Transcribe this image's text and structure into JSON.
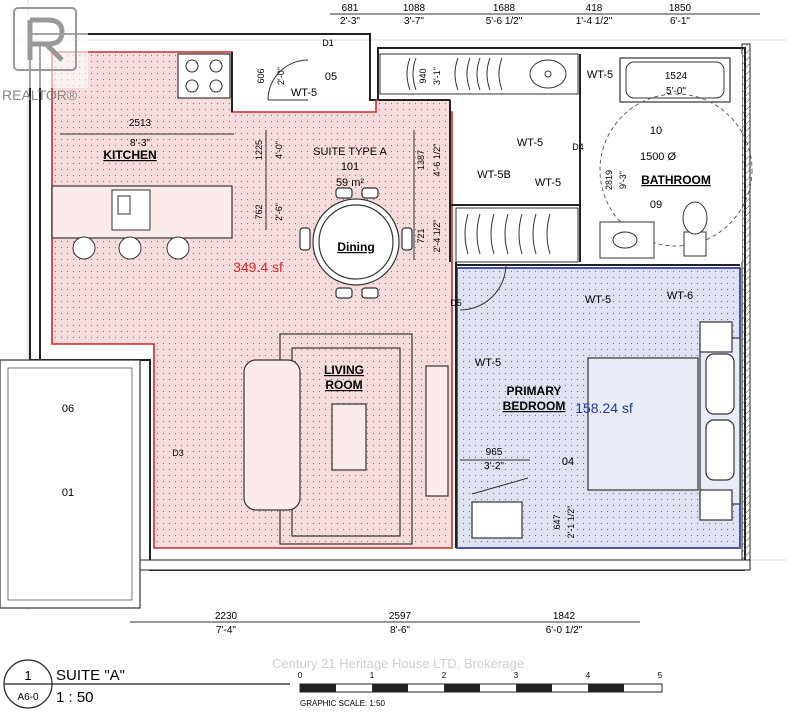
{
  "watermark": {
    "logo_text": "REALTOR®",
    "brokerage": "Century 21 Heritage House LTD. Brokerage"
  },
  "top_dims": [
    {
      "mm": "681",
      "ft": "2'-3\""
    },
    {
      "mm": "1088",
      "ft": "3'-7\""
    },
    {
      "mm": "1688",
      "ft": "5'-6 1/2\""
    },
    {
      "mm": "418",
      "ft": "1'-4 1/2\""
    },
    {
      "mm": "1850",
      "ft": "6'-1\""
    }
  ],
  "bottom_dims": [
    {
      "mm": "2230",
      "ft": "7'-4\""
    },
    {
      "mm": "2597",
      "ft": "8'-6\""
    },
    {
      "mm": "1842",
      "ft": "6'-0 1/2\""
    }
  ],
  "rooms": {
    "kitchen": "KITCHEN",
    "suite": {
      "line1": "SUITE TYPE A",
      "number": "101",
      "area": "59 m²"
    },
    "dining": "Dining",
    "living_1": "LIVING",
    "living_2": "ROOM",
    "bathroom": "BATHROOM",
    "primary_1": "PRIMARY",
    "primary_2": "BEDROOM",
    "main_area": "349.4 sf",
    "bedroom_area": "158.24 sf"
  },
  "dims": {
    "kitchen_w_mm": "2513",
    "kitchen_w_ft": "8'-3\"",
    "d606_mm": "606",
    "d606_ft": "2'-0\"",
    "d940": "940",
    "d940_ft": "3'-1\"",
    "d1225_mm": "1225",
    "d1225_ft": "4'-0\"",
    "d762_mm": "762",
    "d762_ft": "2'-6\"",
    "d1387_mm": "1387",
    "d1387_ft": "4'-6 1/2\"",
    "d721_mm": "721",
    "d721_ft": "2'-4 1/2\"",
    "tub_mm": "1524",
    "tub_ft": "5'-0\"",
    "turn": "1500 Ø",
    "d2819_mm": "2819",
    "d2819_ft": "9'-3\"",
    "d965_mm": "965",
    "d965_ft": "3'-2\"",
    "d647_mm": "647",
    "d647_ft": "2'-1 1/2\""
  },
  "tags": {
    "d1": "D1",
    "d3": "D3",
    "d4": "D4",
    "d5": "D5",
    "k05": "05",
    "k06": "06",
    "k01": "01",
    "k04": "04",
    "k09": "09",
    "k10": "10",
    "wt5": "WT-5",
    "wt5b": "WT-5B",
    "wt6": "WT-6"
  },
  "title_block": {
    "num": "1",
    "sheet": "A6-0",
    "name": "SUITE \"A\"",
    "scale": "1 : 50",
    "graphic_scale": "GRAPHIC SCALE: 1:50",
    "ticks": [
      "0",
      "1",
      "2",
      "3",
      "4",
      "5"
    ]
  },
  "colors": {
    "main_fill": "#f6dcdc",
    "main_stroke": "#cc2a2a",
    "bed_fill": "#dfe3f1",
    "bed_stroke": "#1f2a9a",
    "area_red": "#d92b2b",
    "area_blue": "#2636a8"
  }
}
